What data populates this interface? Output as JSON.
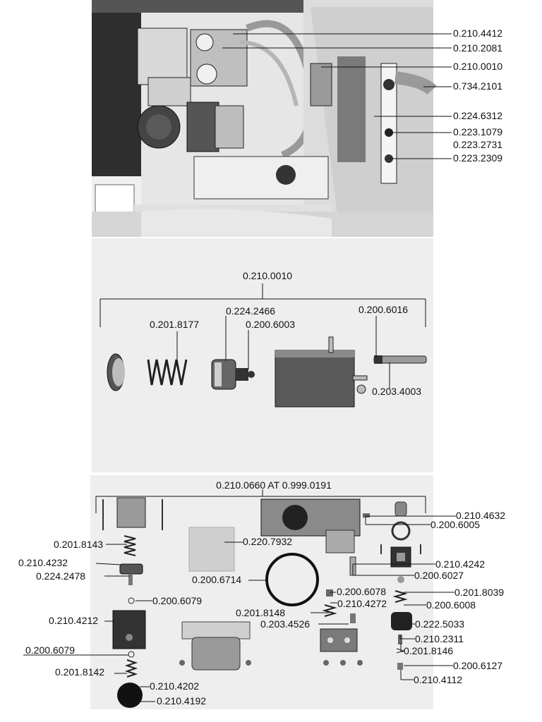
{
  "colors": {
    "page_bg": "#ffffff",
    "panel_bg": "#eeeeee",
    "photo_dark": "#3a3a3a",
    "line": "#111111"
  },
  "panel_top": {
    "labels": [
      "0.210.4412",
      "0.210.2081",
      "0.210.0010",
      "0.734.2101",
      "0.224.6312",
      "0.223.1079",
      "0.223.2731",
      "0.223.2309"
    ]
  },
  "panel_middle": {
    "group_label": "0.210.0010",
    "labels": [
      "0.224.2466",
      "0.201.8177",
      "0.200.6003",
      "0.200.6016",
      "0.203.4003"
    ]
  },
  "panel_bottom": {
    "group_label": "0.210.0660  AT 0.999.0191",
    "labels": [
      "0.210.4632",
      "0.200.6005",
      "0.201.8143",
      "0.220.7932",
      "0.210.4232",
      "0.224.2478",
      "0.200.6714",
      "0.210.4242",
      "0.200.6027",
      "0.200.6079",
      "0.200.6078",
      "0.201.8039",
      "0.210.4272",
      "0.200.6008",
      "0.210.4212",
      "0.201.8148",
      "0.203.4526",
      "0.222.5033",
      "0.210.2311",
      "0.200.6079",
      "0.201.8146",
      "0.201.8142",
      "0.200.6127",
      "0.210.4112",
      "0.210.4202",
      "0.210.4192"
    ]
  }
}
